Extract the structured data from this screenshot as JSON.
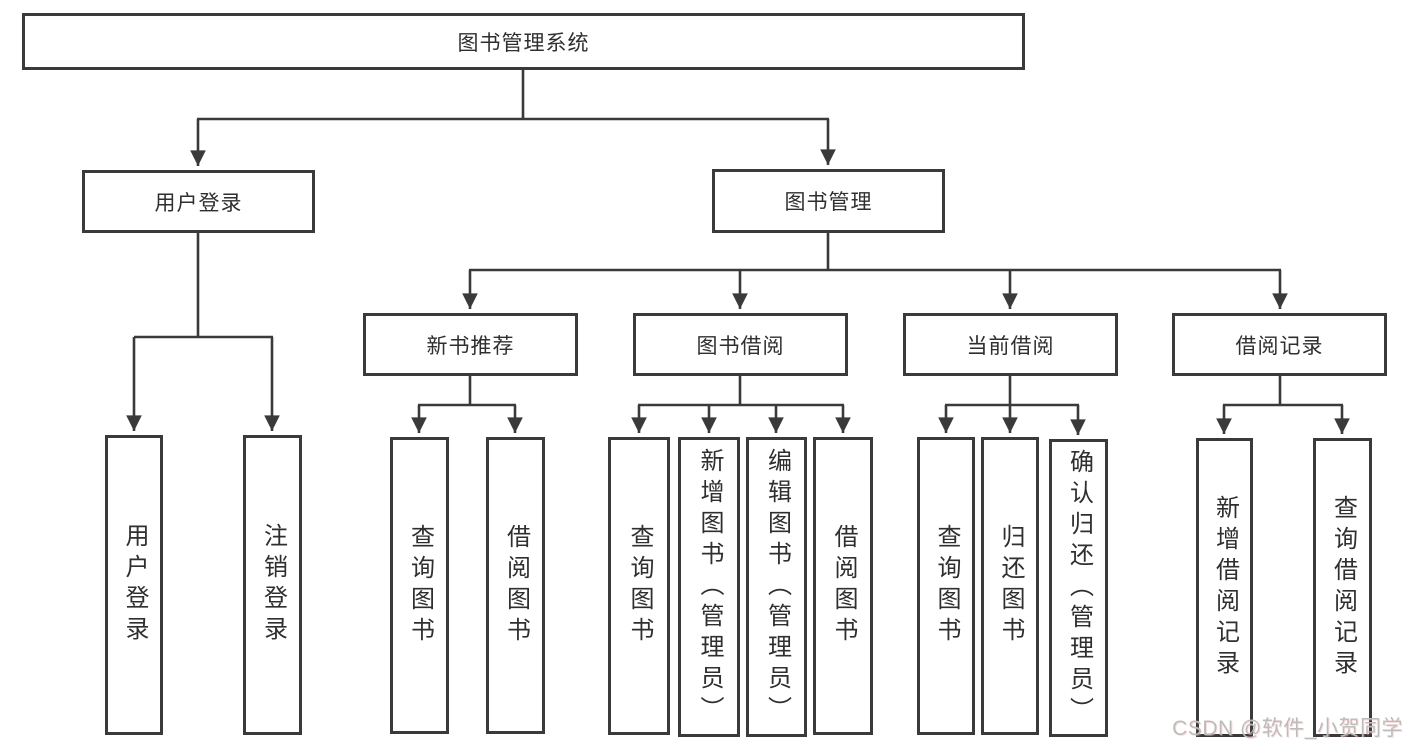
{
  "diagram": {
    "root": "图书管理系统",
    "level2": {
      "user_login": "用户登录",
      "book_mgmt": "图书管理"
    },
    "level3": [
      "新书推荐",
      "图书借阅",
      "当前借阅",
      "借阅记录"
    ],
    "leaves": {
      "user_login": [
        "用户登录",
        "注销登录"
      ],
      "new_book": [
        "查询图书",
        "借阅图书"
      ],
      "book_borrow": [
        "查询图书",
        "新增图书（管理员）",
        "编辑图书（管理员）",
        "借阅图书"
      ],
      "current_borrow": [
        "查询图书",
        "归还图书",
        "确认归还（管理员）"
      ],
      "borrow_record": [
        "新增借阅记录",
        "查询借阅记录"
      ]
    }
  },
  "watermark": "CSDN @软件_小贺同学",
  "colors": {
    "line": "#3a3a3a",
    "box_border": "#3a3a3a",
    "text": "#2f2f2f",
    "watermark": "#bdbcbc",
    "background": "#ffffff"
  }
}
